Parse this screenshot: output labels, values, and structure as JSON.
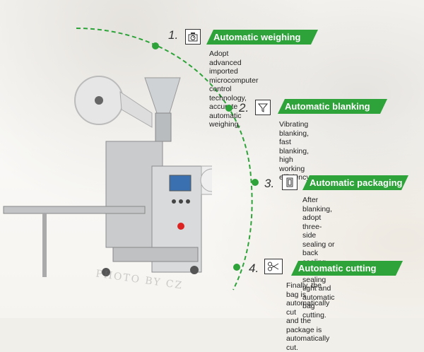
{
  "steps": [
    {
      "num": "1.",
      "title": "Automatic weighing",
      "icon": "scale-icon",
      "desc": [
        "Adopt advanced imported",
        "microcomputer control technology,",
        "accurate automatic weighing."
      ]
    },
    {
      "num": "2.",
      "title": "Automatic blanking",
      "icon": "funnel-icon",
      "desc": [
        "Vibrating blanking, fast blanking,",
        "high working efficiency."
      ]
    },
    {
      "num": "3.",
      "title": "Automatic packaging",
      "icon": "package-icon",
      "desc": [
        "After blanking, adopt three-side",
        "sealing or back sealing mode,",
        "sealing tight and automatic bag",
        "cutting."
      ]
    },
    {
      "num": "4.",
      "title": "Automatic cutting",
      "icon": "scissors-icon",
      "desc": [
        "Finally, the bag is automatically cut",
        "and the package is automatically cut."
      ]
    }
  ],
  "colors": {
    "accent": "#2ea33a"
  }
}
